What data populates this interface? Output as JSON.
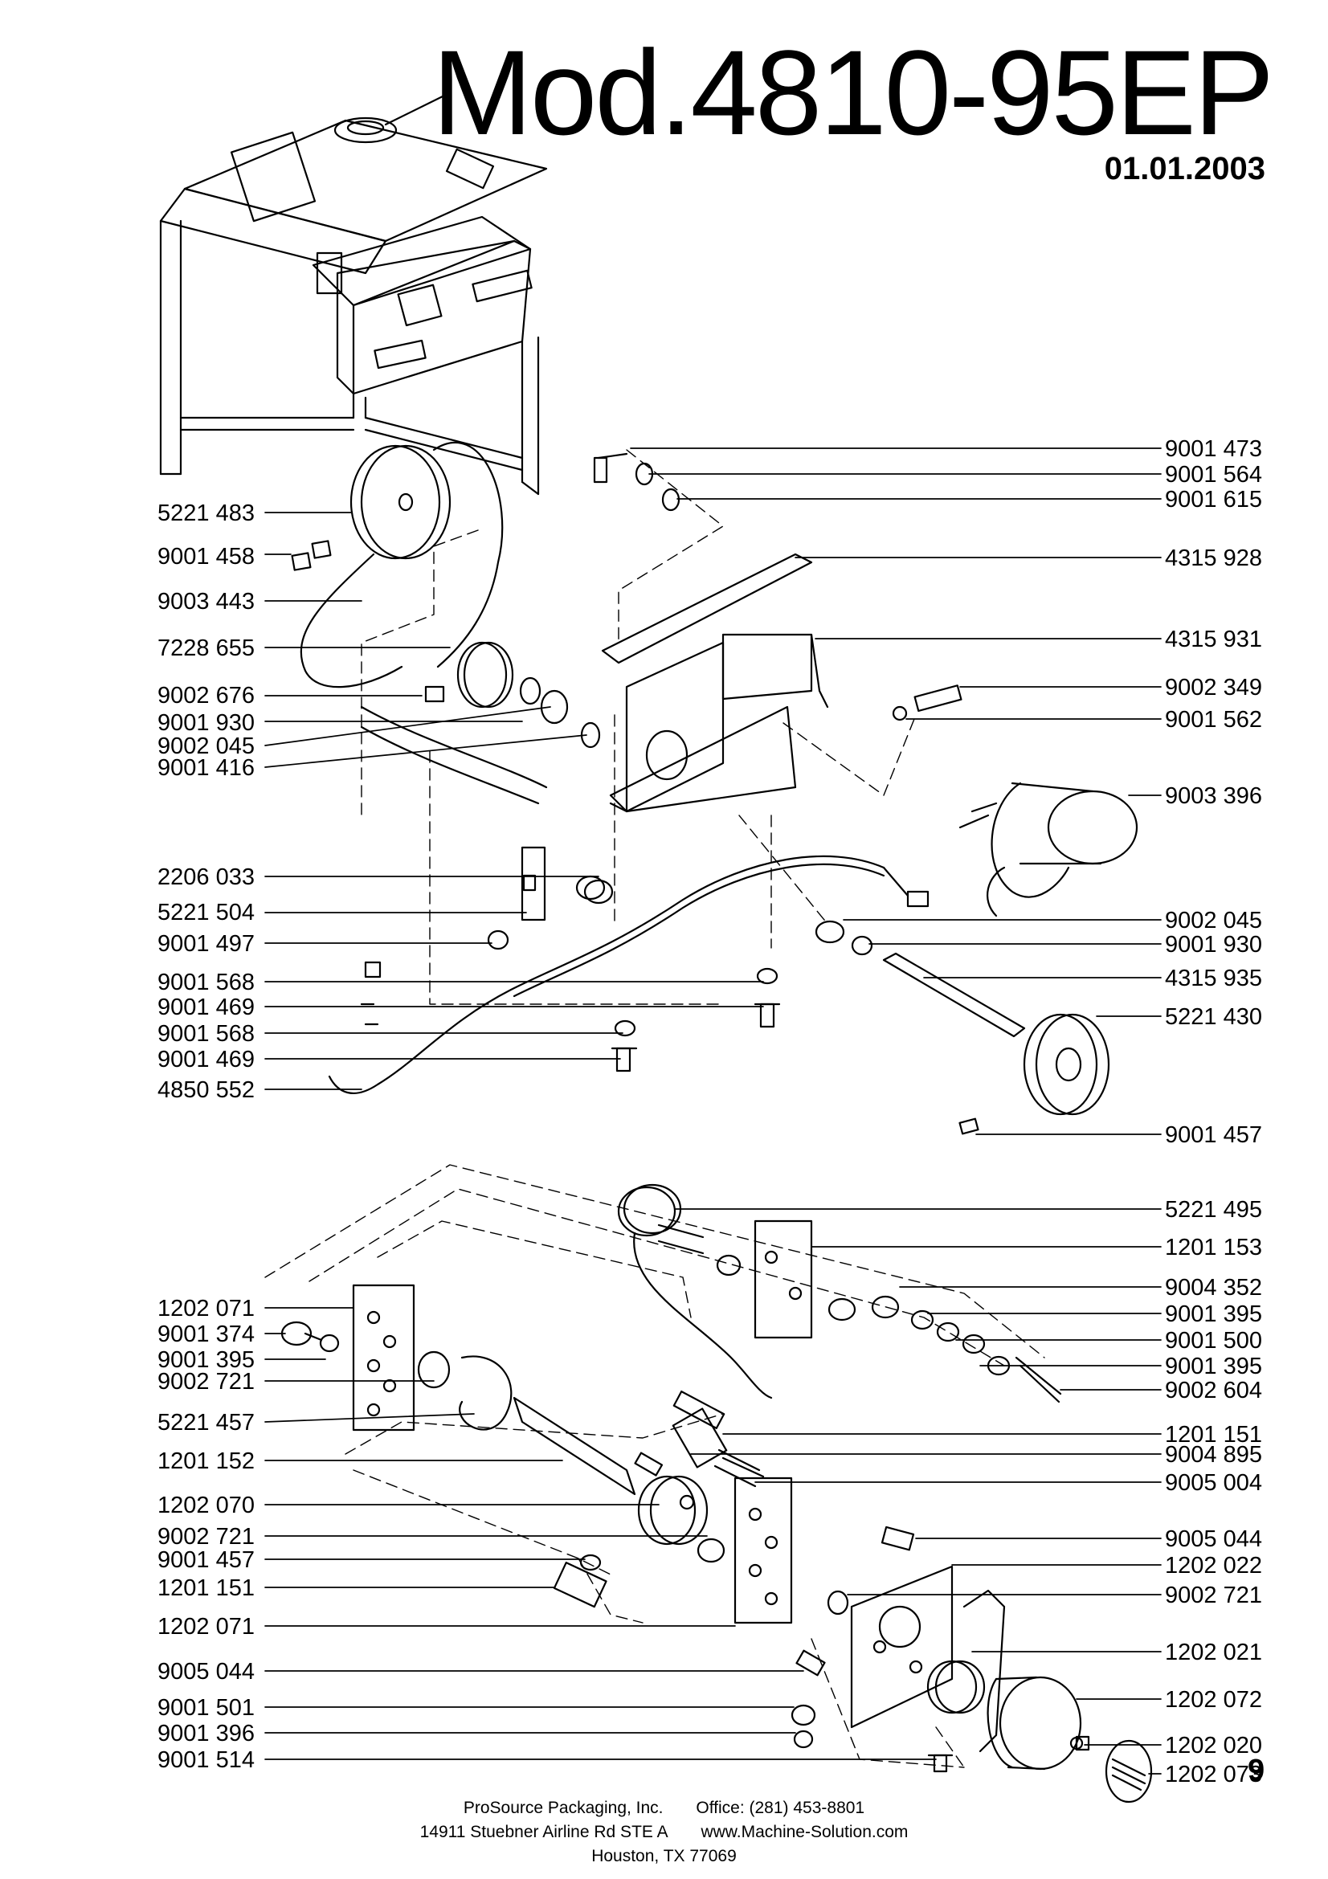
{
  "header": {
    "model": "Mod.4810-95EP",
    "date": "01.01.2003"
  },
  "upper_left_labels": [
    "5221 483",
    "9001 458",
    "9003 443",
    "7228 655",
    "9002 676",
    "9001 930",
    "9002 045",
    "9001 416",
    "2206 033",
    "5221 504",
    "9001 497",
    "9001 568",
    "9001 469",
    "9001 568",
    "9001 469",
    "4850 552"
  ],
  "upper_right_labels": [
    "9001 473",
    "9001 564",
    "9001 615",
    "4315 928",
    "4315 931",
    "9002 349",
    "9001 562",
    "9003 396",
    "9002 045",
    "9001 930",
    "4315 935",
    "5221 430",
    "9001 457"
  ],
  "lower_left_labels": [
    "1202 071",
    "9001 374",
    "9001 395",
    "9002 721",
    "5221 457",
    "1201 152",
    "1202 070",
    "9002 721",
    "9001 457",
    "1201 151",
    "1202 071",
    "9005 044",
    "9001 501",
    "9001 396",
    "9001 514"
  ],
  "lower_right_labels": [
    "5221 495",
    "1201 153",
    "9004 352",
    "9001 395",
    "9001 500",
    "9001 395",
    "9002 604",
    "1201 151",
    "9004 895",
    "9005 004",
    "9005 044",
    "1202 022",
    "9002 721",
    "1202 021",
    "1202 072",
    "1202 020",
    "1202 073"
  ],
  "footer": {
    "company": "ProSource Packaging, Inc.",
    "office": "Office: (281) 453-8801",
    "address": "14911 Stuebner Airline Rd STE A",
    "website": "www.Machine-Solution.com",
    "city": "Houston, TX 77069"
  },
  "page_number": "9"
}
